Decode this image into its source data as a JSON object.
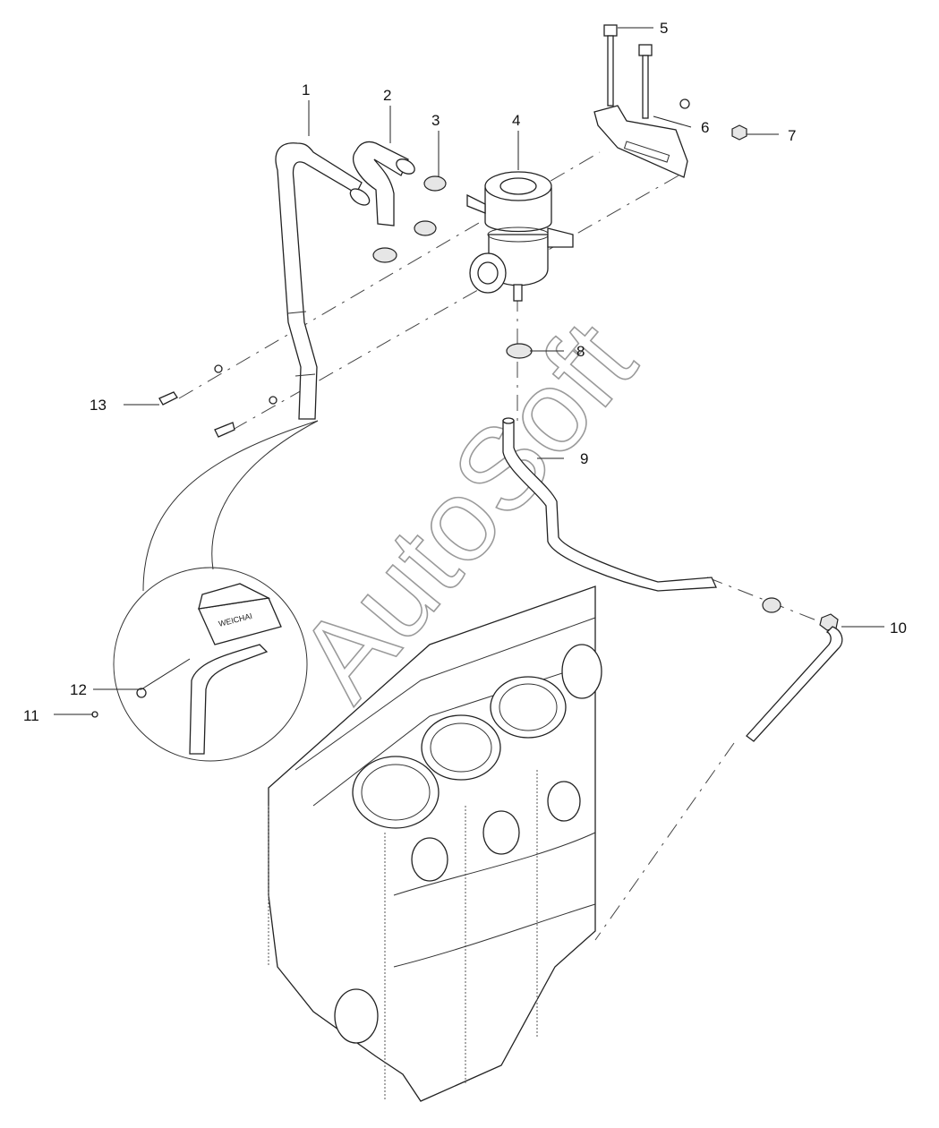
{
  "diagram": {
    "type": "exploded-parts-diagram",
    "callouts": [
      {
        "number": "1",
        "part": "hose-upper"
      },
      {
        "number": "2",
        "part": "hose-elbow"
      },
      {
        "number": "3",
        "part": "hose-clamp"
      },
      {
        "number": "4",
        "part": "oil-separator"
      },
      {
        "number": "5",
        "part": "bolt"
      },
      {
        "number": "6",
        "part": "bracket"
      },
      {
        "number": "7",
        "part": "nut"
      },
      {
        "number": "8",
        "part": "hose-clamp-lower"
      },
      {
        "number": "9",
        "part": "drain-hose"
      },
      {
        "number": "10",
        "part": "drain-pipe"
      },
      {
        "number": "11",
        "part": "screw"
      },
      {
        "number": "12",
        "part": "clip"
      },
      {
        "number": "13",
        "part": "bolt-lower"
      }
    ],
    "detail_badge": "WEICHAI",
    "watermark": "AutoSoft",
    "colors": {
      "line": "#222222",
      "watermark": "#9a9a9a",
      "background": "#ffffff"
    }
  }
}
